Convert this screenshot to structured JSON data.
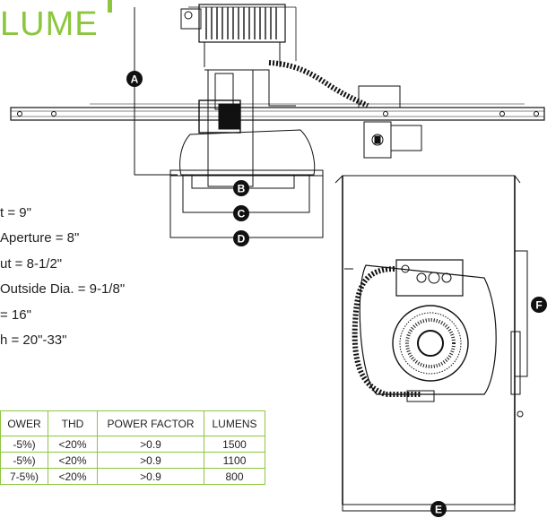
{
  "logo": {
    "text": "LUME"
  },
  "badges": {
    "a": "A",
    "b": "B",
    "c": "C",
    "d": "D",
    "e": "E",
    "f": "F"
  },
  "specs": [
    "t = 9\"",
    "Aperture = 8\"",
    "ut = 8-1/2\"",
    "Outside Dia. = 9-1/8\"",
    "= 16\"",
    "h = 20\"-33\""
  ],
  "table": {
    "headers": [
      "OWER",
      "THD",
      "POWER FACTOR",
      "LUMENS"
    ],
    "rows": [
      [
        "-5%)",
        "<20%",
        ">0.9",
        "1500"
      ],
      [
        "-5%)",
        "<20%",
        ">0.9",
        "1100"
      ],
      [
        "7-5%)",
        "<20%",
        ">0.9",
        "800"
      ]
    ]
  },
  "colors": {
    "brand_green": "#8cc63f",
    "line": "#111111"
  }
}
